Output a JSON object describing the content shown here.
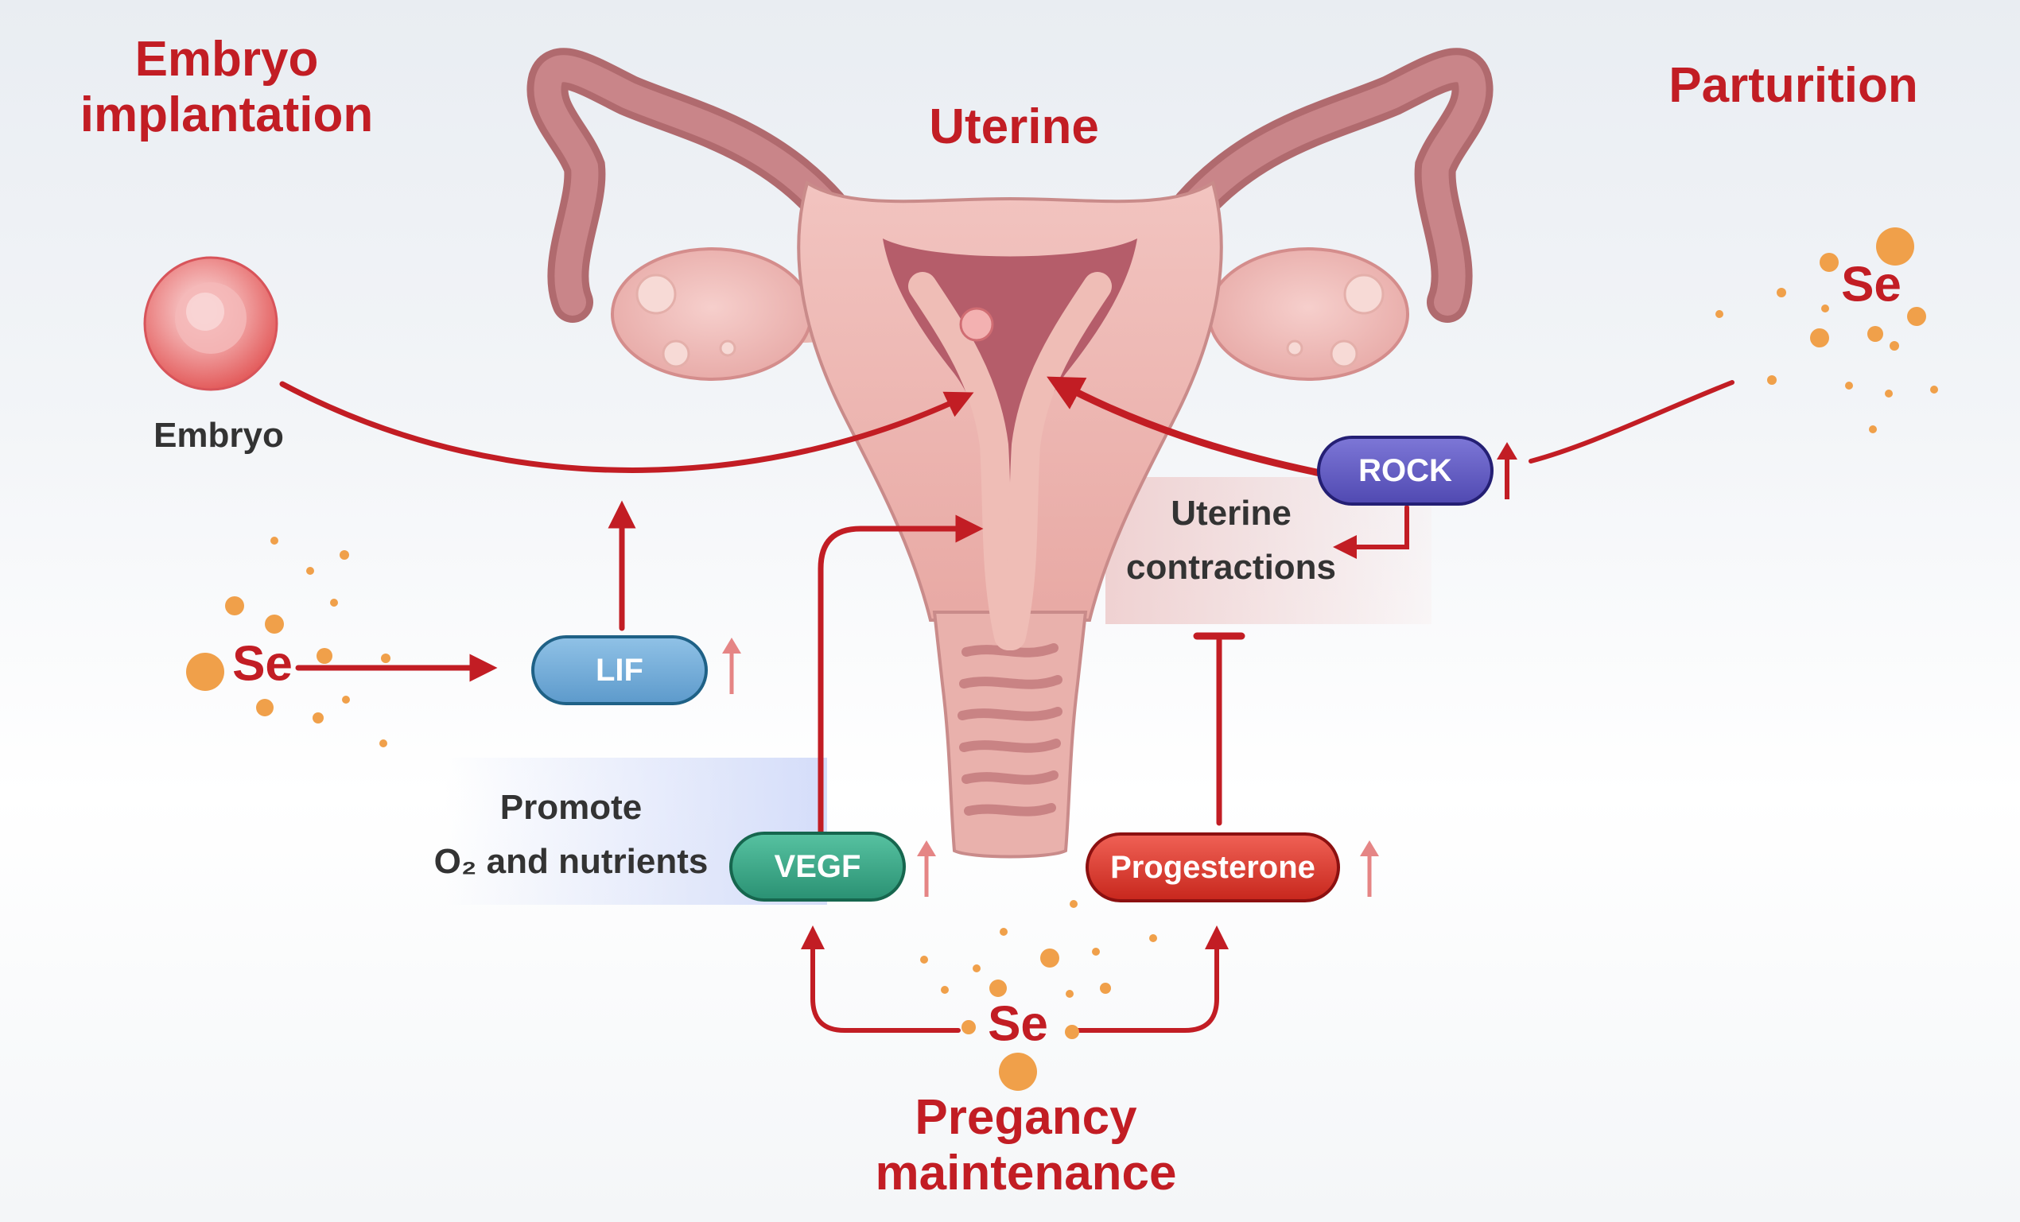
{
  "headings": {
    "embryo_implantation": "Embryo\nimplantation",
    "uterine": "Uterine",
    "parturition": "Parturition",
    "pregnancy_maintenance": "Pregancy\nmaintenance"
  },
  "labels": {
    "embryo": "Embryo",
    "uterine_contractions": "Uterine\ncontractions",
    "promote": "Promote\nO₂ and nutrients"
  },
  "selenium": {
    "label": "Se"
  },
  "molecules": {
    "lif": "LIF",
    "vegf": "VEGF",
    "progesterone": "Progesterone",
    "rock": "ROCK"
  },
  "colors": {
    "accent_red": "#c21d24",
    "selenium_orange": "#f0a04a",
    "up_arrow_pink": "#e58585",
    "lif": "#6fa9d8",
    "vegf": "#3aa985",
    "progesterone": "#d93a2e",
    "rock": "#5f58c0"
  }
}
